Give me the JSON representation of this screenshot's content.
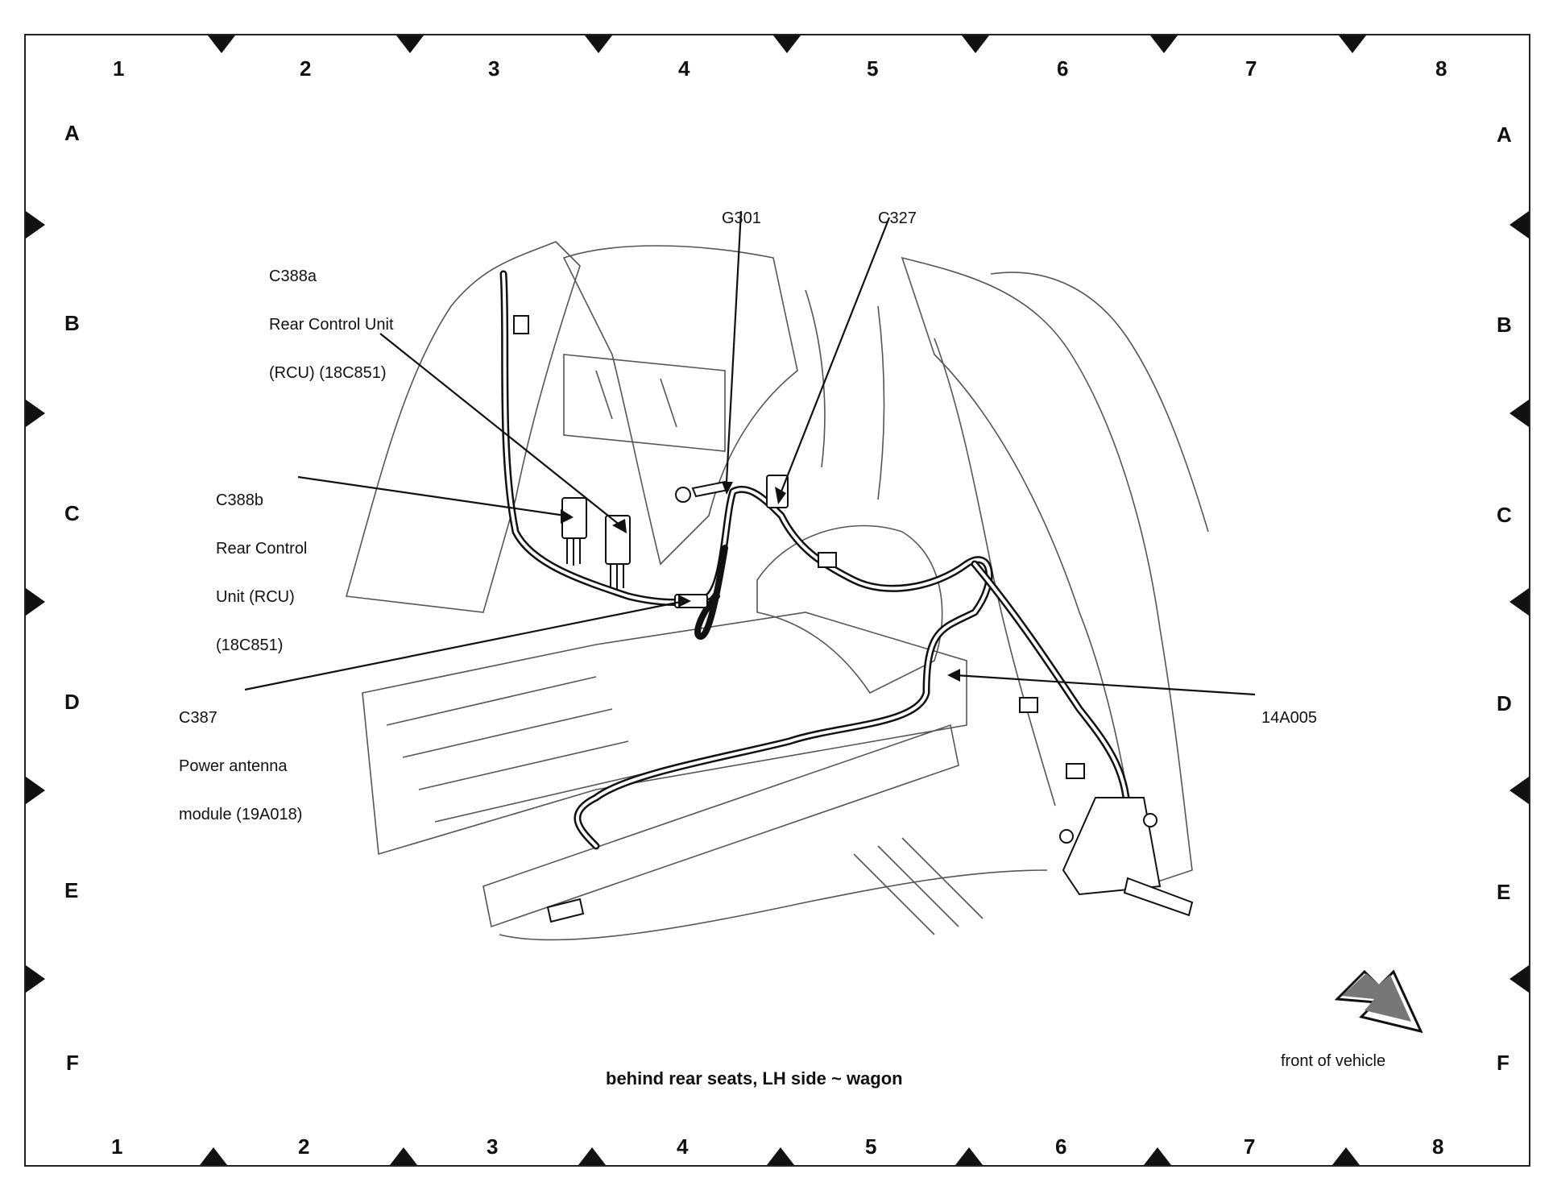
{
  "grid": {
    "columns": [
      "1",
      "2",
      "3",
      "4",
      "5",
      "6",
      "7",
      "8"
    ],
    "rows": [
      "A",
      "B",
      "C",
      "D",
      "E",
      "F"
    ]
  },
  "callouts": {
    "g301": "G301",
    "c327": "C327",
    "c388a": {
      "id": "C388a",
      "line1": "Rear Control Unit",
      "line2": "(RCU) (18C851)"
    },
    "c388b": {
      "id": "C388b",
      "line1": "Rear Control",
      "line2": "Unit (RCU)",
      "line3": "(18C851)"
    },
    "c387": {
      "id": "C387",
      "line1": "Power antenna",
      "line2": "module (19A018)"
    },
    "harness": "14A005"
  },
  "caption": "behind rear seats, LH side ~ wagon",
  "orientation": {
    "label": "front of vehicle",
    "icon": "arrow-icon"
  },
  "colors": {
    "ink": "#111111",
    "paper": "#ffffff",
    "linework": "#555555"
  }
}
